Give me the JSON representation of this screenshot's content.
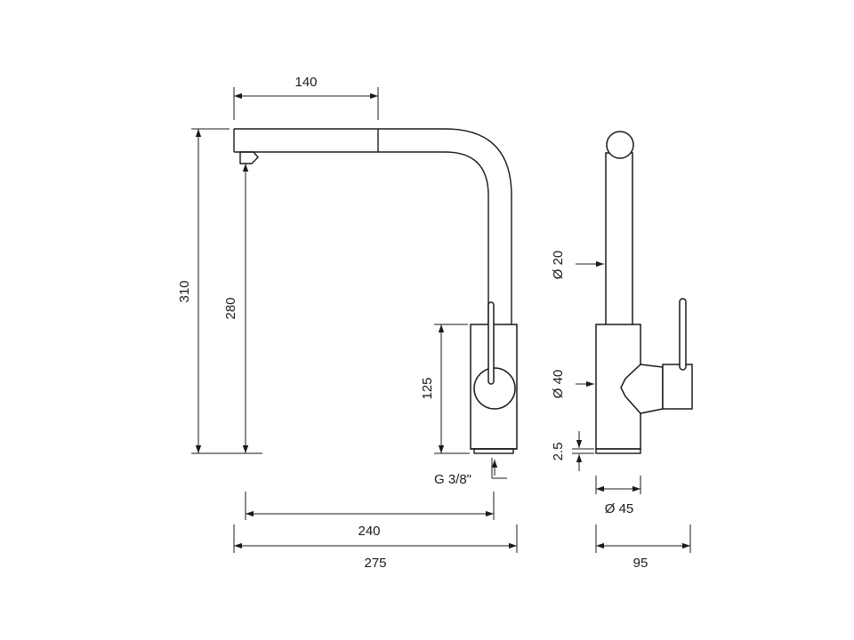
{
  "dimensions": {
    "spout_reach": "140",
    "total_height": "310",
    "spout_height": "280",
    "body_height": "125",
    "connection": "G 3/8\"",
    "base_to_spout": "240",
    "total_depth": "275",
    "side_tube_diameter": "Ø 20",
    "side_body_diameter": "Ø 40",
    "base_plate": "2.5",
    "base_diameter": "Ø 45",
    "total_width": "95"
  }
}
